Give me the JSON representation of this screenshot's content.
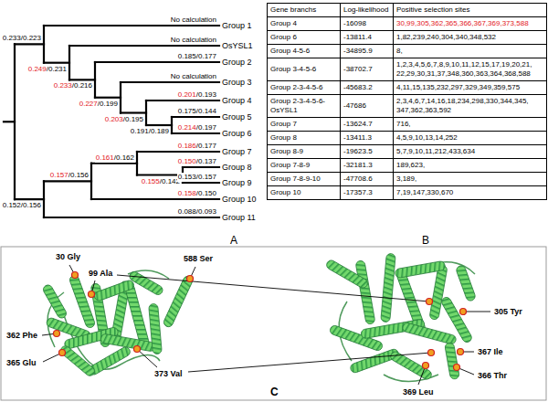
{
  "diagram": {
    "labels": [
      "0.233/0.223",
      "No calculation",
      "Group 1",
      "0.249",
      "/0.231",
      "No calculation",
      "OsYSL1",
      "0.233",
      "/0.216",
      "0.185/0.177",
      "Group 2",
      "0.227",
      "/0.199",
      "No calculation",
      "Group 3",
      "0.201",
      "/0.193",
      "Group 4",
      "0.203",
      "/0.195",
      "0.175/0.144",
      "Group 5",
      "0.191/0.189",
      "0.214",
      "/0.197",
      "Group 6",
      "0.186",
      "/0.177",
      "Group 7",
      "0.161",
      "/0.162",
      "0.150",
      "/0.137",
      "Group 8",
      "0.157",
      "/0.156",
      "0.155",
      "/0.142",
      "0.153/0.157",
      "Group 9",
      "0.158",
      "/0.150",
      "Group 10",
      "0.152/0.156",
      "0.088/0.093",
      "Group 11",
      "A",
      "Gene branchs",
      "Log-likelihood",
      "Positive selection sites",
      "Group 4",
      "-16098",
      "30,99,305,362,365,366,367,369,373,588",
      "Group 6",
      "-13811.4",
      "1,82,239,240,304,340,348,532",
      "Group 4-5-6",
      "-34895.9",
      "8,",
      "Group 3-4-5-6",
      "-38702.7",
      "1,2,3,4,5,6,7,8,9,10,11,12,15,17,19,20,21, 22,29,30,31,37,348,360,363,364,368,588",
      "Group 2-3-4-5-6",
      "-45683.2",
      "4,11,15,135,232,297,329,349,359,575",
      "Group 2-3-4-5-6-OsYSL1",
      "-47686",
      "2,3,4,6,7,14,16,18,234,298,330,344,345, 347,362,363,592",
      "Group 7",
      "-13624.7",
      "716,",
      "Group 8",
      "-13411.3",
      "4,5,9,10,13,14,252",
      "Group 8-9",
      "-19623.5",
      "5,7,9,10,11,212,433,634",
      "Group 7-8-9",
      "-32181.3",
      "189,623,",
      "Group 7-8-9-10",
      "-47708.6",
      "3,189,",
      "Group 10",
      "-17357.3",
      "7,19,147,330,670",
      "B",
      "30 Gly",
      "99 Ala",
      "588 Ser",
      "305 Tyr",
      "362 Phe",
      "365 Glu",
      "373 Val",
      "367 Ile",
      "366 Thr",
      "369 Leu",
      "C"
    ]
  }
}
